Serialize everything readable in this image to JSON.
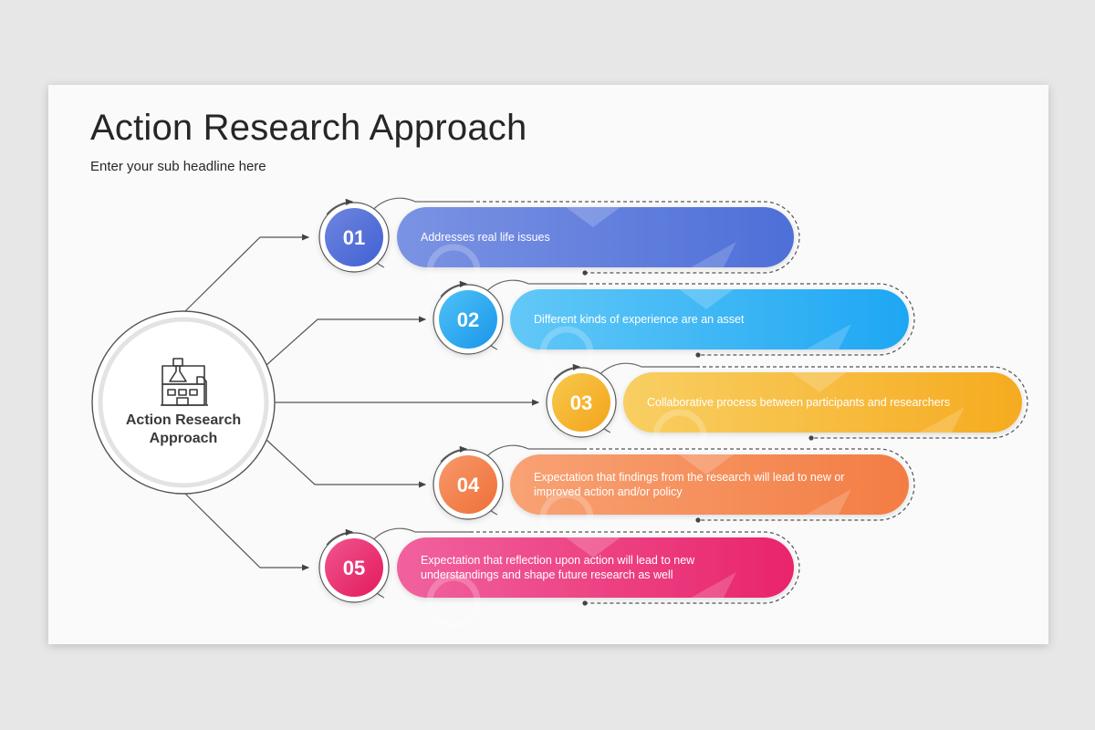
{
  "slide": {
    "title": "Action Research Approach",
    "subtitle": "Enter your sub headline here"
  },
  "hub": {
    "label": "Action Research Approach",
    "icon": "lab-building-icon"
  },
  "items": [
    {
      "number": "01",
      "text": "Addresses real life issues",
      "color_start": "#7b93e3",
      "color_end": "#4e6fd8",
      "badge_start": "#6f86df",
      "badge_end": "#4161d3"
    },
    {
      "number": "02",
      "text": "Different kinds of experience are an asset",
      "color_start": "#62c8f7",
      "color_end": "#1ea7f3",
      "badge_start": "#4fc1f6",
      "badge_end": "#1a96ea"
    },
    {
      "number": "03",
      "text": "Collaborative process between participants and researchers",
      "color_start": "#f8cf63",
      "color_end": "#f6ab1f",
      "badge_start": "#f7c94c",
      "badge_end": "#f4a41b"
    },
    {
      "number": "04",
      "text": "Expectation that findings from the research will lead to new or improved action and/or policy",
      "color_start": "#f8a274",
      "color_end": "#f37d44",
      "badge_start": "#f7996b",
      "badge_end": "#ef6f37"
    },
    {
      "number": "05",
      "text": "Expectation that reflection upon action will lead to new understandings and shape future research as well",
      "color_start": "#f1629e",
      "color_end": "#e9246c",
      "badge_start": "#f0558f",
      "badge_end": "#e31a5d"
    }
  ]
}
